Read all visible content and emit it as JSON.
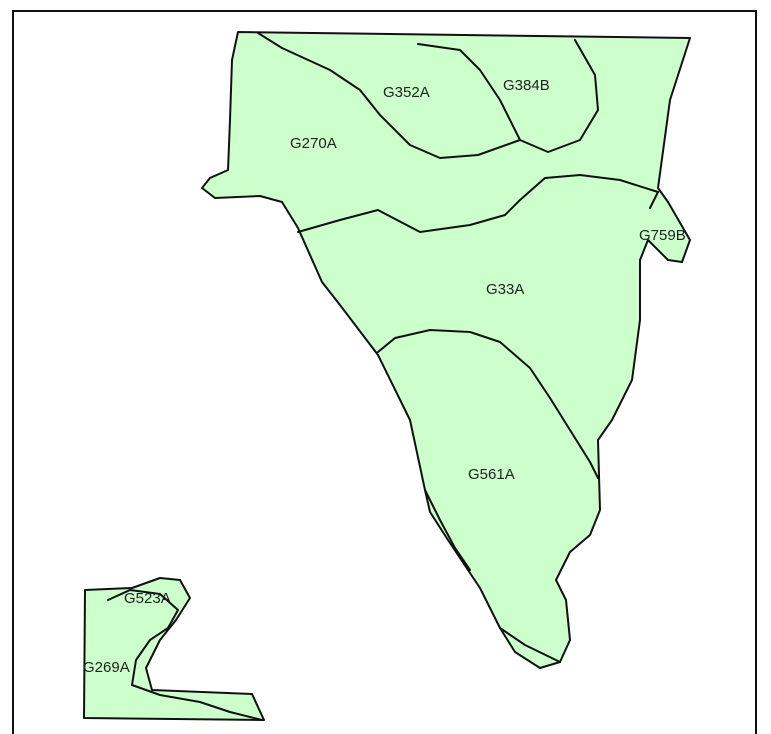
{
  "map": {
    "fill_color": "#ccffcc",
    "stroke_color": "#111111",
    "labels": {
      "g352a": "G352A",
      "g384b": "G384B",
      "g270a": "G270A",
      "g759b": "G759B",
      "g33a": "G33A",
      "g561a": "G561A",
      "g523a": "G523A",
      "g269a": "G269A"
    }
  }
}
